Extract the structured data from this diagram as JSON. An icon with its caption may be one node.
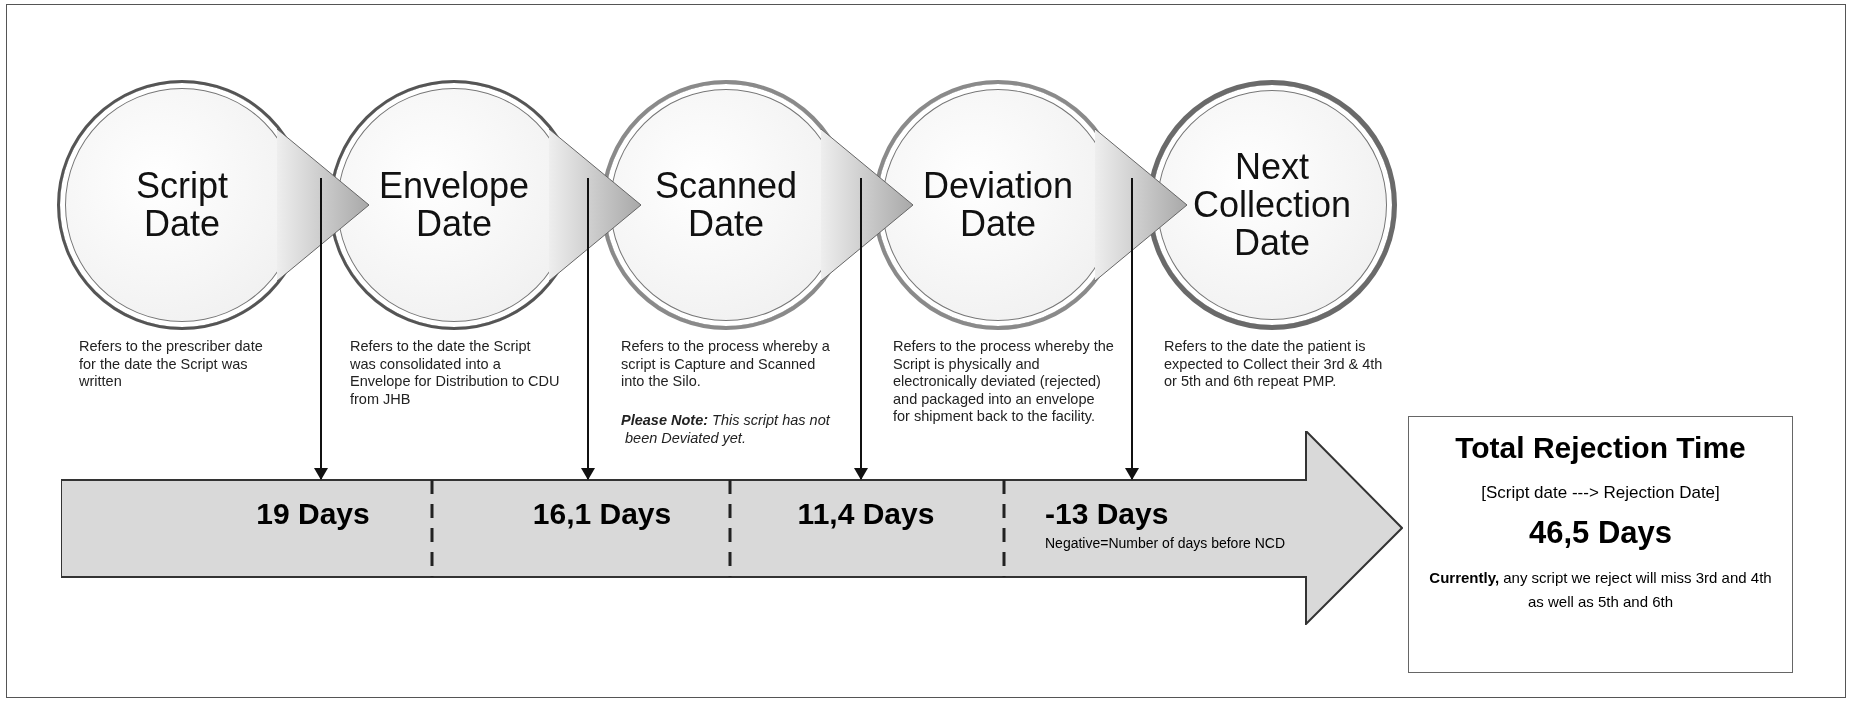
{
  "diagram": {
    "nodes": [
      {
        "text": [
          "Script Date"
        ],
        "beside": [
          "Refers to the prescriber date for the date the Script was written"
        ]
      },
      {
        "text": [
          "Envelope Date"
        ],
        "beside": [
          "Refers to the date the Script was consolidated into a Envelope for Distribution to CDU from JHB"
        ]
      },
      {
        "text": [
          "Scanned Date"
        ],
        "beside": [
          "Refers to the process whereby a script is Capture and Scanned into the Silo."
        ]
      },
      {
        "text": [
          "Deviation Date"
        ],
        "beside": [
          "Refers to the process whereby the Script is physically and electronically deviated (rejected) and packaged into an envelope for shipment back to the facility."
        ]
      },
      {
        "text": [
          "Next Collection Date"
        ],
        "beside": [
          "Refers to the date the patient is expected to Collect their 3rd & 4th or 5th and 6th repeat PMP."
        ]
      },
      {
        "text": [
          "19 Days",
          "16,1 Days",
          "11,4 Days",
          "-13 Days",
          "Negative=Number of days before NCD"
        ]
      },
      {
        "text": [
          "Total Rejection Time",
          "[Script date ---> Rejection Date]",
          "46,5 Days",
          "**Currently,** any script we reject will miss 3rd and 4th as well as 5th and 6th"
        ]
      }
    ],
    "edges": [
      {
        "from": 0,
        "to": 1,
        "arrow": "to"
      },
      {
        "from": 1,
        "to": 2,
        "arrow": "to"
      },
      {
        "from": 2,
        "to": 3,
        "arrow": "to"
      },
      {
        "from": 3,
        "to": 4,
        "arrow": "to"
      },
      {
        "from": 1,
        "to": 5,
        "arrow": "to",
        "color": "#111111"
      },
      {
        "from": 1,
        "to": 5,
        "arrow": "to",
        "color": "#111111"
      },
      {
        "from": 2,
        "to": 5,
        "arrow": "to",
        "color": "#111111"
      },
      {
        "from": 3,
        "to": 5,
        "arrow": "to",
        "color": "#111111"
      }
    ],
    "labels": [
      "**Please Note:** This script has not been Deviated yet."
    ]
  }
}
